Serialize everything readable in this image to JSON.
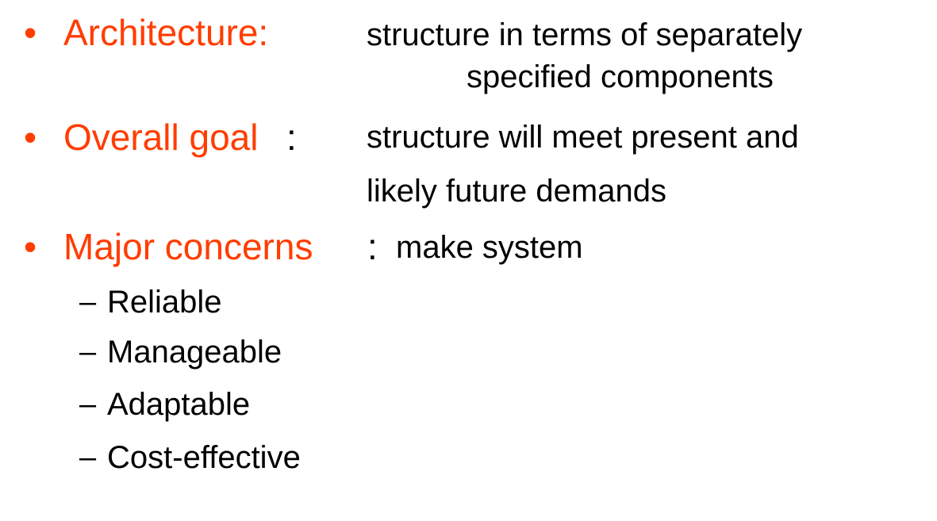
{
  "accent_color": "#ff3d00",
  "items": [
    {
      "term": "Architecture:",
      "colon": "",
      "desc_lines": [
        "structure in terms of separately",
        "specified components"
      ]
    },
    {
      "term": "Overall goal",
      "colon": ":",
      "desc_lines": [
        "structure will meet present and",
        "likely future demands"
      ]
    },
    {
      "term": "Major concerns",
      "colon": ":",
      "desc_lines": [
        "make system"
      ]
    }
  ],
  "sub_items": [
    "Reliable",
    "Manageable",
    "Adaptable",
    "Cost-effective"
  ],
  "bullet_glyph": "•",
  "dash_glyph": "–"
}
